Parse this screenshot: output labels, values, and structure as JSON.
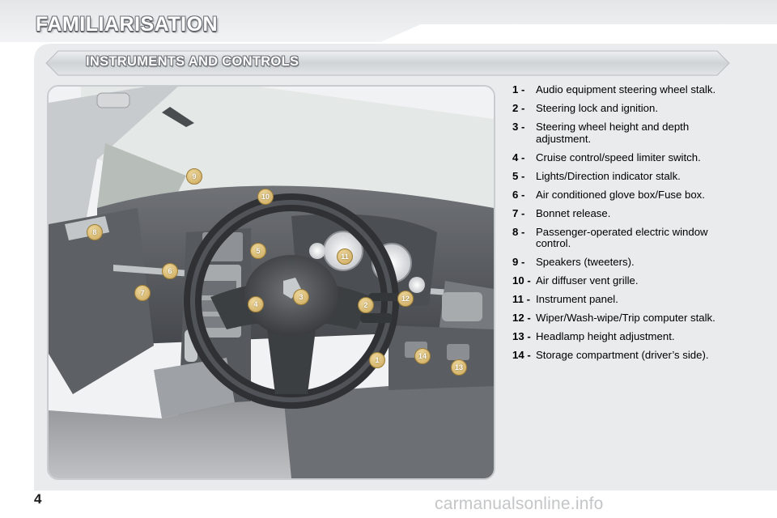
{
  "header": {
    "title": "FAMILIARISATION"
  },
  "section": {
    "title": "INSTRUMENTS AND CONTROLS"
  },
  "illustration": {
    "callouts": [
      "1",
      "2",
      "3",
      "4",
      "5",
      "6",
      "7",
      "8",
      "9",
      "10",
      "11",
      "12",
      "13",
      "14"
    ],
    "colors": {
      "callout_fill": "#d8b86a",
      "callout_text": "#ffffff"
    }
  },
  "legend": {
    "items": [
      {
        "num": "1 -",
        "text": "Audio equipment steering wheel stalk."
      },
      {
        "num": "2 -",
        "text": "Steering lock and ignition."
      },
      {
        "num": "3 -",
        "text": "Steering wheel height and depth adjustment."
      },
      {
        "num": "4 -",
        "text": "Cruise control/speed limiter switch."
      },
      {
        "num": "5 -",
        "text": "Lights/Direction indicator stalk."
      },
      {
        "num": "6 -",
        "text": "Air conditioned glove box/Fuse box."
      },
      {
        "num": "7 -",
        "text": "Bonnet release."
      },
      {
        "num": "8 -",
        "text": "Passenger-operated electric window control."
      },
      {
        "num": "9 -",
        "text": "Speakers (tweeters)."
      },
      {
        "num": "10 -",
        "text": "Air diffuser vent grille."
      },
      {
        "num": "11 -",
        "text": "Instrument panel."
      },
      {
        "num": "12 -",
        "text": "Wiper/Wash-wipe/Trip computer stalk."
      },
      {
        "num": "13 -",
        "text": "Headlamp height adjustment."
      },
      {
        "num": "14 -",
        "text": "Storage compartment (driver’s side)."
      }
    ]
  },
  "footer": {
    "page_number": "4",
    "watermark": "carmanualsonline.info"
  }
}
